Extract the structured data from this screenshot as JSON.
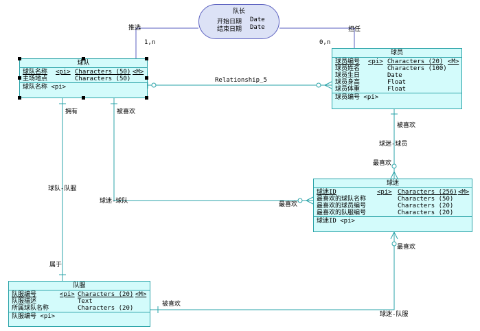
{
  "relationship_entity": {
    "title": "队长",
    "attributes": [
      {
        "name": "开始日期",
        "type": "Date"
      },
      {
        "name": "结束日期",
        "type": "Date"
      }
    ]
  },
  "entities": {
    "team": {
      "title": "球队",
      "attributes": [
        {
          "name": "球队名称",
          "key": "<pi>",
          "type": "Characters (50)",
          "mandatory": "<M>"
        },
        {
          "name": "主场地点",
          "key": "",
          "type": "Characters (50)",
          "mandatory": ""
        }
      ],
      "identifier": "球队名称  <pi>"
    },
    "player": {
      "title": "球员",
      "attributes": [
        {
          "name": "球员编号",
          "key": "<pi>",
          "type": "Characters (20)",
          "mandatory": "<M>"
        },
        {
          "name": "球员姓名",
          "key": "",
          "type": "Characters (100)",
          "mandatory": ""
        },
        {
          "name": "球员生日",
          "key": "",
          "type": "Date",
          "mandatory": ""
        },
        {
          "name": "球员身高",
          "key": "",
          "type": "Float",
          "mandatory": ""
        },
        {
          "name": "球员体重",
          "key": "",
          "type": "Float",
          "mandatory": ""
        }
      ],
      "identifier": "球员编号  <pi>"
    },
    "fan": {
      "title": "球迷",
      "attributes": [
        {
          "name": "球迷ID",
          "key": "<pi>",
          "type": "Characters (256)",
          "mandatory": "<M>"
        },
        {
          "name": "最喜欢的球队名称",
          "key": "",
          "type": "Characters (50)",
          "mandatory": ""
        },
        {
          "name": "最喜欢的球员编号",
          "key": "",
          "type": "Characters (20)",
          "mandatory": ""
        },
        {
          "name": "最喜欢的队服编号",
          "key": "",
          "type": "Characters (20)",
          "mandatory": ""
        }
      ],
      "identifier": "球迷ID  <pi>"
    },
    "uniform": {
      "title": "队服",
      "attributes": [
        {
          "name": "队服编号",
          "key": "<pi>",
          "type": "Characters (20)",
          "mandatory": "<M>"
        },
        {
          "name": "队服描述",
          "key": "",
          "type": "Text",
          "mandatory": ""
        },
        {
          "name": "所属球队名称",
          "key": "",
          "type": "Characters (20)",
          "mandatory": ""
        }
      ],
      "identifier": "队服编号  <pi>"
    }
  },
  "labels": {
    "promote": "推选",
    "serve": "担任",
    "card_team": "1,n",
    "card_player": "0,n",
    "relationship_5": "Relationship_5",
    "has": "拥有",
    "liked_by_team": "被喜欢",
    "team_uniform": "球队-队服",
    "belongs": "属于",
    "fan_team": "球迷-球队",
    "most_like_team": "最喜欢",
    "liked_by_player": "被喜欢",
    "fan_player": "球迷-球员",
    "most_like_player": "最喜欢",
    "most_like_uniform": "最喜欢",
    "liked_by_uniform": "被喜欢",
    "fan_uniform": "球迷-队服"
  }
}
